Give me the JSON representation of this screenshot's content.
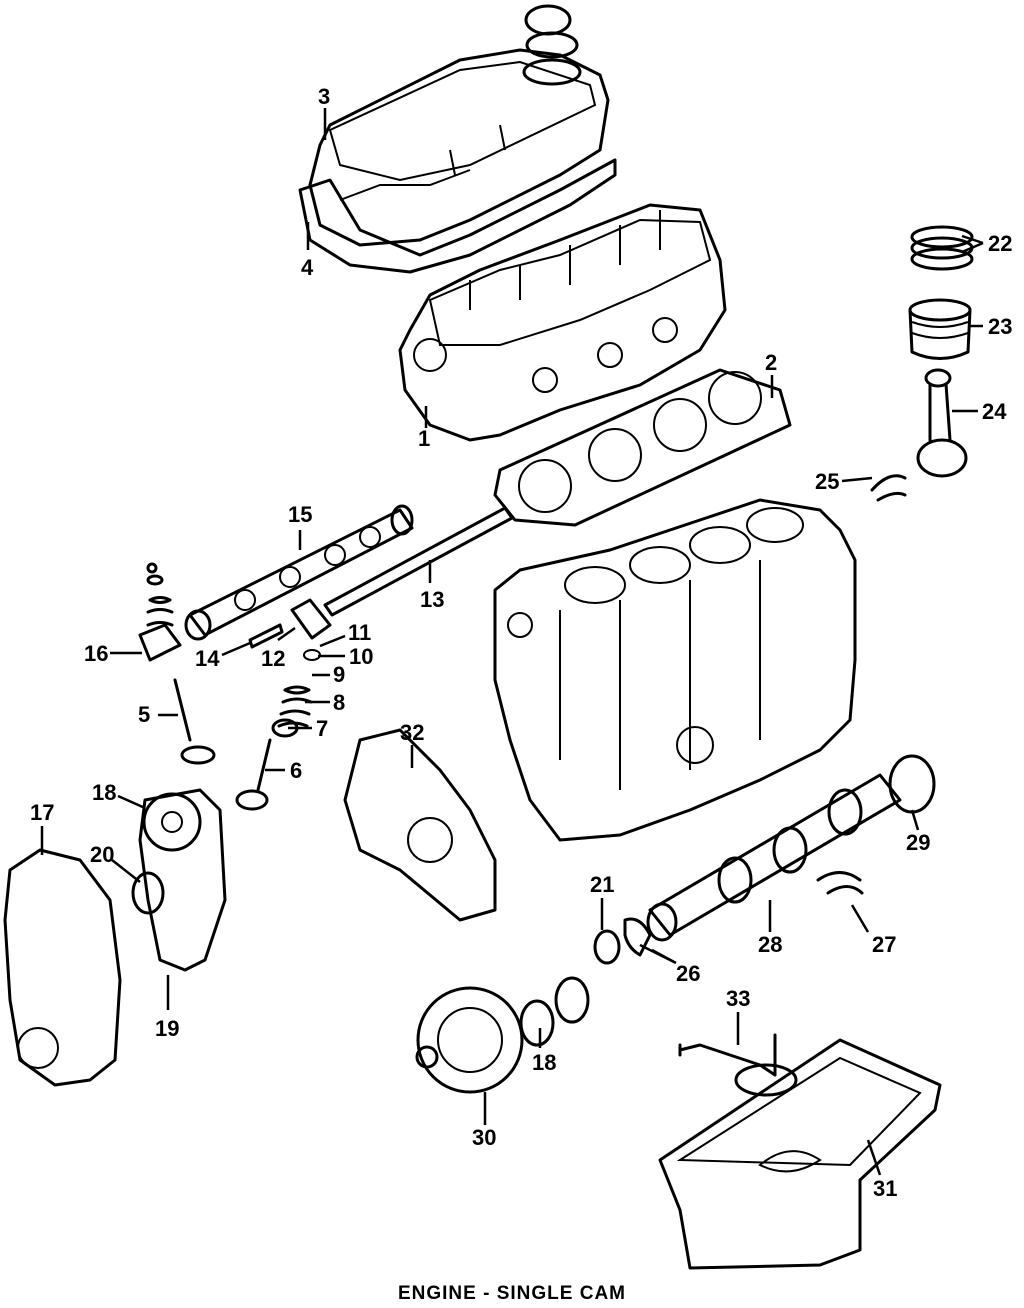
{
  "caption": "ENGINE - SINGLE CAM",
  "callouts": [
    "1",
    "2",
    "3",
    "4",
    "5",
    "6",
    "7",
    "8",
    "9",
    "10",
    "11",
    "12",
    "13",
    "14",
    "15",
    "16",
    "17",
    "18",
    "18",
    "19",
    "20",
    "21",
    "22",
    "23",
    "24",
    "25",
    "26",
    "27",
    "28",
    "29",
    "30",
    "31",
    "32",
    "33"
  ]
}
